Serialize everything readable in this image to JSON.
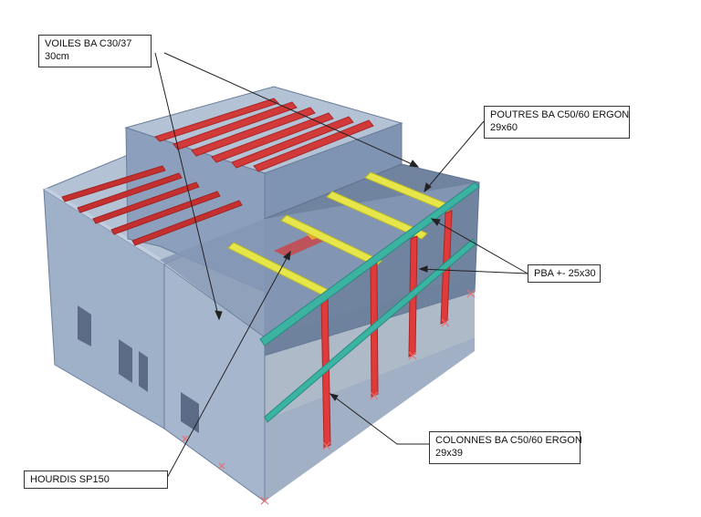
{
  "labels": {
    "voiles": {
      "line1": "VOILES BA C30/37",
      "line2": "30cm"
    },
    "poutres": {
      "line1": "POUTRES BA C50/60 ERGON",
      "line2": "29x60"
    },
    "pba": {
      "line1": "PBA +- 25x30"
    },
    "colonnes": {
      "line1": "COLONNES BA C50/60 ERGON",
      "line2": "29x39"
    },
    "hourdis": {
      "line1": "HOURDIS SP150"
    }
  },
  "colors": {
    "wall_light": "#a9b8cf",
    "wall_mid": "#8fa2bf",
    "wall_dark": "#6f83a1",
    "slab_top": "#b9c6d9",
    "red_beam": "#d23a3a",
    "red_beam_dark": "#a82828",
    "yellow_beam": "#e6e64a",
    "yellow_beam_dark": "#b8b82a",
    "cyan_beam": "#3bb3a3",
    "column_red": "#e03a3a",
    "support": "#e87070"
  }
}
